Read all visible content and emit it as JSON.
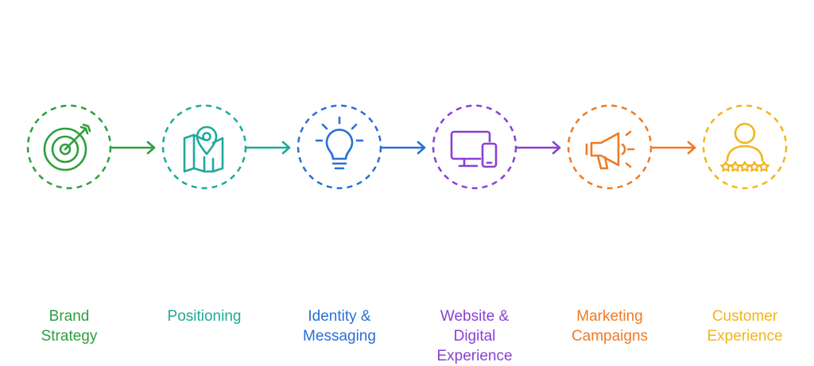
{
  "steps": [
    {
      "id": "brand-strategy",
      "lines": [
        "Brand",
        "Strategy"
      ],
      "color": "#2e9e3f",
      "icon": "target-icon"
    },
    {
      "id": "positioning",
      "lines": [
        "Positioning"
      ],
      "color": "#1fa99a",
      "icon": "map-pin-icon"
    },
    {
      "id": "identity-messaging",
      "lines": [
        "Identity &",
        "Messaging"
      ],
      "color": "#2a6fd6",
      "icon": "lightbulb-icon"
    },
    {
      "id": "website-digital-experience",
      "lines": [
        "Website &",
        "Digital",
        "Experience"
      ],
      "color": "#8a3fd6",
      "icon": "devices-icon"
    },
    {
      "id": "marketing-campaigns",
      "lines": [
        "Marketing",
        "Campaigns"
      ],
      "color": "#f07a24",
      "icon": "megaphone-icon"
    },
    {
      "id": "customer-experience",
      "lines": [
        "Customer",
        "Experience"
      ],
      "color": "#f2b51c",
      "icon": "user-rating-icon"
    }
  ]
}
